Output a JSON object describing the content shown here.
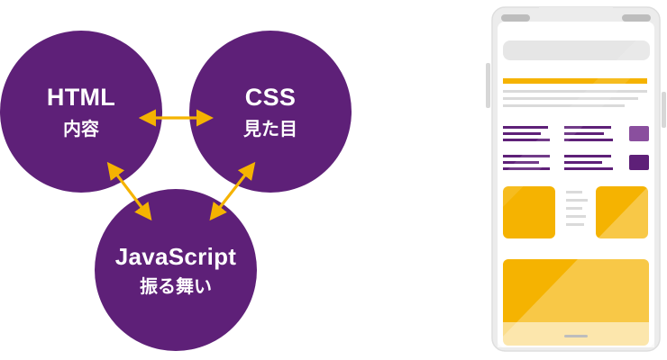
{
  "colors": {
    "purple": "#5e2078",
    "arrow": "#f5b301",
    "phone_frame": "#ececec",
    "phone_gray": "#e0e0e0",
    "phone_line": "#dcdcdc",
    "phone_yellow": "#f5b301",
    "phone_purple_light": "#8a4f9e",
    "phone_purple_dark": "#5e2078"
  },
  "nodes": {
    "html": {
      "title": "HTML",
      "role": "内容"
    },
    "css": {
      "title": "CSS",
      "role": "見た目"
    },
    "js": {
      "title": "JavaScript",
      "role": "振る舞い"
    }
  },
  "icons": [
    "double-arrow-icon",
    "smartphone-icon"
  ]
}
